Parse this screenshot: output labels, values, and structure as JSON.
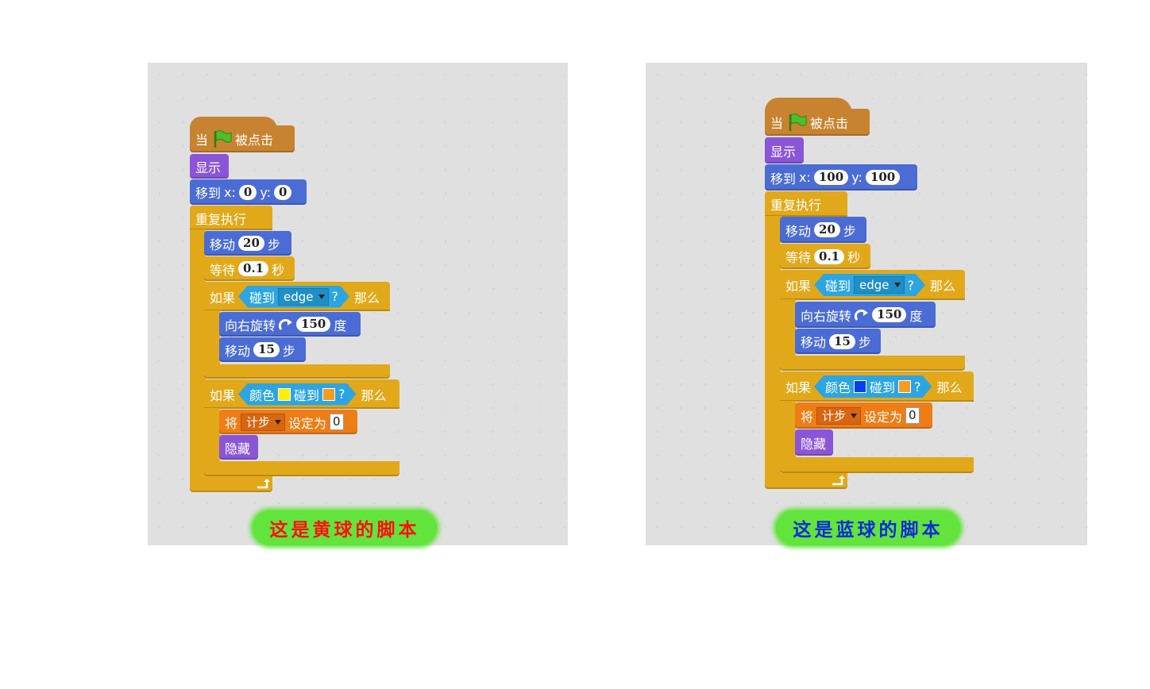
{
  "yellow_script": {
    "hat": {
      "prefix": "当",
      "suffix": "被点击",
      "icon": "green-flag-icon"
    },
    "show": "显示",
    "goto": {
      "label": "移到",
      "x_label": "x:",
      "x": "0",
      "y_label": "y:",
      "y": "0"
    },
    "forever": "重复执行",
    "move1": {
      "label": "移动",
      "value": "20",
      "unit": "步"
    },
    "wait": {
      "label": "等待",
      "value": "0.1",
      "unit": "秒"
    },
    "if1": {
      "label": "如果",
      "sense_label": "碰到",
      "dropdown": "edge",
      "q": "?",
      "then": "那么"
    },
    "turn": {
      "label": "向右旋转",
      "icon": "rotate-clockwise-icon",
      "value": "150",
      "unit": "度"
    },
    "move2": {
      "label": "移动",
      "value": "15",
      "unit": "步"
    },
    "if2": {
      "label": "如果",
      "sense_label": "颜色",
      "touch_label": "碰到",
      "q": "?",
      "then": "那么",
      "color1": "#ffee00",
      "color2": "#f39c1e"
    },
    "setvar": {
      "label": "将",
      "var": "计步",
      "to_label": "设定为",
      "value": "0"
    },
    "hide": "隐藏",
    "loop_icon": "loop-arrow-icon",
    "caption": "这是黄球的脚本"
  },
  "blue_script": {
    "hat": {
      "prefix": "当",
      "suffix": "被点击",
      "icon": "green-flag-icon"
    },
    "show": "显示",
    "goto": {
      "label": "移到",
      "x_label": "x:",
      "x": "100",
      "y_label": "y:",
      "y": "100"
    },
    "forever": "重复执行",
    "move1": {
      "label": "移动",
      "value": "20",
      "unit": "步"
    },
    "wait": {
      "label": "等待",
      "value": "0.1",
      "unit": "秒"
    },
    "if1": {
      "label": "如果",
      "sense_label": "碰到",
      "dropdown": "edge",
      "q": "?",
      "then": "那么"
    },
    "turn": {
      "label": "向右旋转",
      "icon": "rotate-clockwise-icon",
      "value": "150",
      "unit": "度"
    },
    "move2": {
      "label": "移动",
      "value": "15",
      "unit": "步"
    },
    "if2": {
      "label": "如果",
      "sense_label": "颜色",
      "touch_label": "碰到",
      "q": "?",
      "then": "那么",
      "color1": "#0a3cf0",
      "color2": "#f39c1e"
    },
    "setvar": {
      "label": "将",
      "var": "计步",
      "to_label": "设定为",
      "value": "0"
    },
    "hide": "隐藏",
    "loop_icon": "loop-arrow-icon",
    "caption": "这是蓝球的脚本"
  },
  "colors": {
    "event": "#c88330",
    "looks": "#8a55d7",
    "motion": "#4a6cd4",
    "control": "#e1a91a",
    "data": "#ee7d16",
    "sensing": "#2ca5e2",
    "caption_bg": "#62e43d",
    "caption_yellow_text": "#ff0f0f",
    "caption_blue_text": "#0a2bd6"
  }
}
